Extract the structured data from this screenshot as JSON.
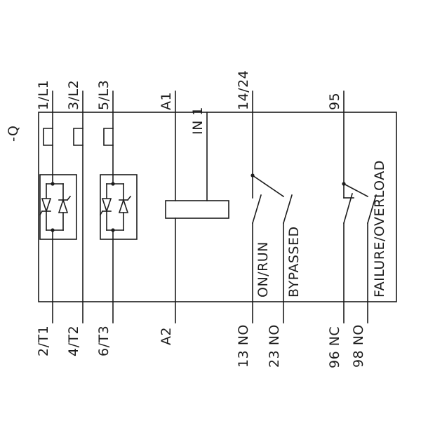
{
  "colors": {
    "line": "#1c1c1c",
    "background": "#ffffff"
  },
  "device_label": "-Q",
  "terminals_top": [
    {
      "label": "1/L1"
    },
    {
      "label": "3/L2"
    },
    {
      "label": "5/L3"
    },
    {
      "label": "A1"
    },
    {
      "label": "IN 1"
    },
    {
      "label": "14/24"
    },
    {
      "label": "95"
    }
  ],
  "terminals_bottom": [
    {
      "label": "2/T1"
    },
    {
      "label": "4/T2"
    },
    {
      "label": "6/T3"
    },
    {
      "label": "A2"
    },
    {
      "label": "13 NO"
    },
    {
      "label": "23 NO"
    },
    {
      "label": "96 NC"
    },
    {
      "label": "98 NO"
    }
  ],
  "annotations": {
    "on_run": "ON/RUN",
    "bypassed": "BYPASSED",
    "failure_overload": "FAILURE/OVERLOAD"
  }
}
